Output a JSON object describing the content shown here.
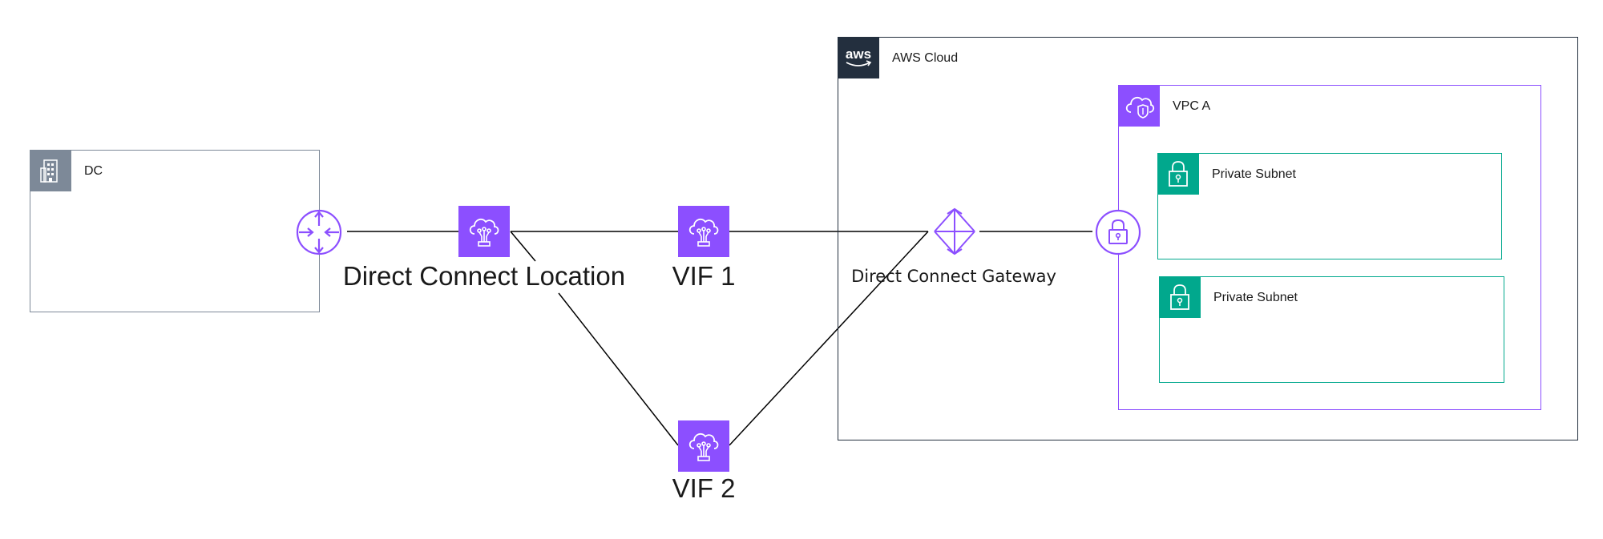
{
  "groups": {
    "dc": {
      "title": "DC",
      "icon": "building-icon",
      "color": "#7d8998"
    },
    "aws_cloud": {
      "title": "AWS Cloud",
      "icon": "aws-logo-icon",
      "color": "#232f3e"
    },
    "vpc": {
      "title": "VPC A",
      "icon": "vpc-icon",
      "color": "#8c4fff"
    },
    "subnet_1": {
      "title": "Private Subnet",
      "icon": "lock-icon",
      "color": "#01a88d"
    },
    "subnet_2": {
      "title": "Private Subnet",
      "icon": "lock-icon",
      "color": "#01a88d"
    }
  },
  "nodes": {
    "router": {
      "icon": "router-icon"
    },
    "dx_location": {
      "label": "Direct Connect Location",
      "icon": "direct-connect-icon"
    },
    "vif1": {
      "label": "VIF 1",
      "icon": "direct-connect-icon"
    },
    "vif2": {
      "label": "VIF 2",
      "icon": "direct-connect-icon"
    },
    "dx_gateway": {
      "label": "Direct Connect Gateway",
      "icon": "direct-connect-gateway-icon"
    },
    "vpn_gateway": {
      "icon": "virtual-private-gateway-icon"
    }
  },
  "colors": {
    "purple": "#8c4fff",
    "teal": "#01a88d",
    "aws_dark": "#232f3e",
    "dc_gray": "#7d8998",
    "line": "#000000"
  }
}
